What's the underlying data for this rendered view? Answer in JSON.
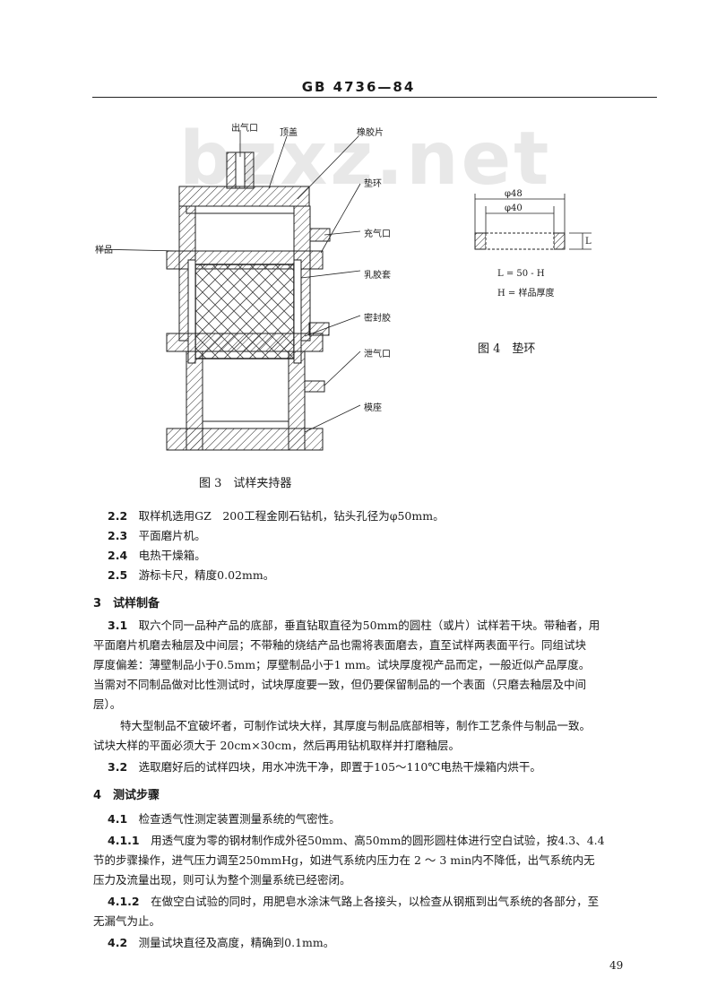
{
  "header": {
    "code": "GB 4736—84"
  },
  "watermark": "bzxz.net",
  "figure3": {
    "labels": {
      "outlet": "出气口",
      "cover": "顶盖",
      "rubber": "橡胶片",
      "ring": "垫环",
      "inlet": "充气口",
      "sample": "样品",
      "rubber_sleeve": "乳胶套",
      "sealant": "密封胶",
      "vent": "泄气口",
      "base": "模座"
    },
    "caption": "图 3　试样夹持器"
  },
  "figure4": {
    "dim_outer": "φ48",
    "dim_inner": "φ40",
    "dim_height": "L",
    "formula1": "L = 50 - H",
    "formula2": "H = 样品厚度",
    "caption": "图 4　垫环"
  },
  "body": {
    "items": [
      {
        "num": "2.2",
        "text": "取样机选用GZ　200工程金刚石钻机，钻头孔径为φ50mm。"
      },
      {
        "num": "2.3",
        "text": "平面磨片机。"
      },
      {
        "num": "2.4",
        "text": "电热干燥箱。"
      },
      {
        "num": "2.5",
        "text": "游标卡尺，精度0.02mm。"
      }
    ],
    "section3_title": "3　试样制备",
    "p31": [
      {
        "num": "3.1",
        "text": "取六个同一品种产品的底部，垂直钻取直径为50mm的圆柱（或片）试样若干块。带釉者，用"
      },
      {
        "num": "",
        "text": "平面磨片机磨去釉层及中间层；不带釉的烧结产品也需将表面磨去，直至试样两表面平行。同组试块"
      },
      {
        "num": "",
        "text": "厚度偏差：薄壁制品小于0.5mm；厚壁制品小于1 mm。试块厚度视产品而定，一般近似产品厚度。"
      },
      {
        "num": "",
        "text": "当需对不同制品做对比性测试时，试块厚度要一致，但仍要保留制品的一个表面（只磨去釉层及中间"
      },
      {
        "num": "",
        "text": "层）。"
      }
    ],
    "p31b": [
      "特大型制品不宜破坏者，可制作试块大样，其厚度与制品底部相等，制作工艺条件与制品一致。",
      "试块大样的平面必须大于 20cm×30cm，然后再用钻机取样并打磨釉层。"
    ],
    "p32": {
      "num": "3.2",
      "text": "选取磨好后的试样四块，用水冲洗干净，即置于105～110℃电热干燥箱内烘干。"
    },
    "section4_title": "4　测试步骤",
    "p41": {
      "num": "4.1",
      "text": "检查透气性测定装置测量系统的气密性。"
    },
    "p411": [
      {
        "num": "4.1.1",
        "text": "用透气度为零的钢材制作成外径50mm、高50mm的圆形圆柱体进行空白试验，按4.3、4.4"
      },
      {
        "num": "",
        "text": "节的步骤操作，进气压力调至250mmHg，如进气系统内压力在 2 ～ 3 min内不降低，出气系统内无"
      },
      {
        "num": "",
        "text": "压力及流量出现，则可认为整个测量系统已经密闭。"
      }
    ],
    "p412": [
      {
        "num": "4.1.2",
        "text": "在做空白试验的同时，用肥皂水涂沫气路上各接头，以检查从钢瓶到出气系统的各部分，至"
      },
      {
        "num": "",
        "text": "无漏气为止。"
      }
    ],
    "p42": {
      "num": "4.2",
      "text": "测量试块直径及高度，精确到0.1mm。"
    }
  },
  "page_number": "49"
}
